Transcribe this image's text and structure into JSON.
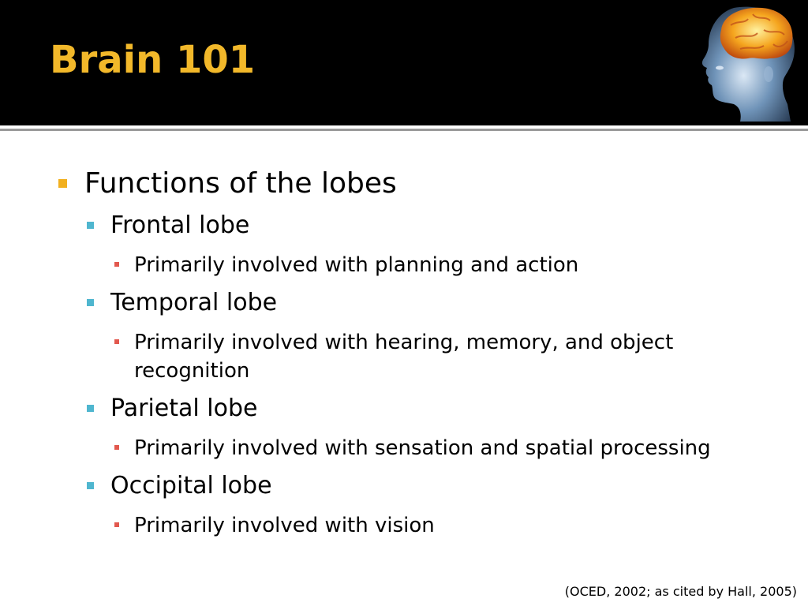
{
  "slide": {
    "title": "Brain 101",
    "bullets": [
      {
        "level": 1,
        "text": "Functions of the lobes"
      },
      {
        "level": 2,
        "text": "Frontal lobe"
      },
      {
        "level": 3,
        "text": "Primarily involved with planning and action"
      },
      {
        "level": 2,
        "text": "Temporal lobe"
      },
      {
        "level": 3,
        "text": "Primarily involved with hearing, memory, and object recognition"
      },
      {
        "level": 2,
        "text": "Parietal lobe"
      },
      {
        "level": 3,
        "text": "Primarily involved with sensation and spatial processing"
      },
      {
        "level": 2,
        "text": "Occipital lobe"
      },
      {
        "level": 3,
        "text": "Primarily involved with vision"
      }
    ],
    "citation": "(OCED, 2002; as cited by Hall, 2005)"
  },
  "theme": {
    "header_background": "#000000",
    "title_color": "#f2b82a",
    "level1_bullet_color": "#f2b01f",
    "level2_bullet_color": "#4fb6cf",
    "level3_bullet_color": "#e2584e"
  },
  "icons": {
    "header_image": "glowing-brain-head-icon"
  }
}
